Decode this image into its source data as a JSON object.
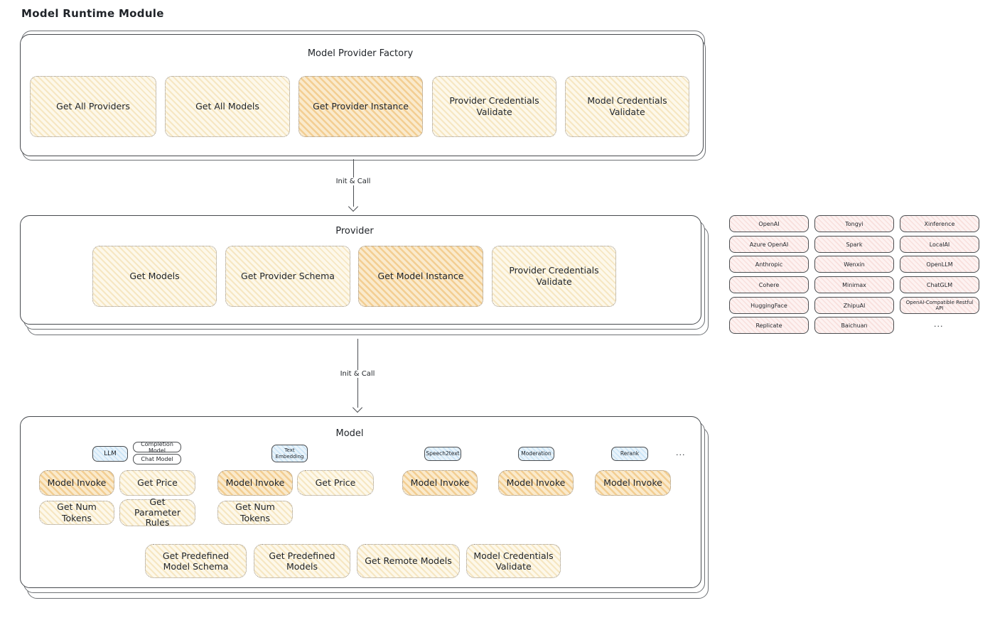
{
  "title": "Model Runtime Module",
  "colors": {
    "op_fill": "#fdf8ea",
    "op_hatch": "#f0d8a0",
    "highlight_fill": "#faeacc",
    "highlight_hatch": "#eeba6a",
    "provider_pill_fill": "#fdf2f1",
    "provider_pill_hatch": "#f2ccc8",
    "type_tag_fill": "#e8f3fb",
    "type_tag_hatch": "#b0d6f0",
    "border_dark": "#46494d",
    "text": "#1f2328"
  },
  "factory": {
    "title": "Model Provider Factory",
    "items": [
      {
        "label": "Get All Providers",
        "highlighted": false
      },
      {
        "label": "Get All Models",
        "highlighted": false
      },
      {
        "label": "Get Provider Instance",
        "highlighted": true
      },
      {
        "label": "Provider Credentials Validate",
        "highlighted": false
      },
      {
        "label": "Model Credentials Validate",
        "highlighted": false
      }
    ]
  },
  "arrows": {
    "first": "Init & Call",
    "second": "Init & Call"
  },
  "provider": {
    "title": "Provider",
    "items": [
      {
        "label": "Get Models",
        "highlighted": false
      },
      {
        "label": "Get Provider Schema",
        "highlighted": false
      },
      {
        "label": "Get Model Instance",
        "highlighted": true
      },
      {
        "label": "Provider Credentials Validate",
        "highlighted": false
      }
    ]
  },
  "provider_list": {
    "col1": [
      "OpenAI",
      "Azure OpenAI",
      "Anthropic",
      "Cohere",
      "HuggingFace",
      "Replicate"
    ],
    "col2": [
      "Tongyi",
      "Spark",
      "Wenxin",
      "Minimax",
      "ZhipuAI",
      "Baichuan"
    ],
    "col3": [
      "Xinference",
      "LocalAI",
      "OpenLLM",
      "ChatGLM",
      "OpenAI-Compatible Restful API"
    ],
    "more": "..."
  },
  "model": {
    "title": "Model",
    "types": {
      "llm": "LLM",
      "completion": "Completion Model",
      "chat": "Chat Model",
      "text_embedding": "Text Embedding",
      "speech2text": "Speech2text",
      "moderation": "Moderation",
      "rerank": "Rerank",
      "more": "..."
    },
    "llm_ops": [
      "Model Invoke",
      "Get Price",
      "Get Num Tokens",
      "Get Parameter Rules"
    ],
    "embedding_ops": [
      "Model Invoke",
      "Get Price",
      "Get Num Tokens"
    ],
    "speech2text_ops": [
      "Model Invoke"
    ],
    "moderation_ops": [
      "Model Invoke"
    ],
    "rerank_ops": [
      "Model Invoke"
    ],
    "common_ops": [
      "Get Predefined Model Schema",
      "Get Predefined Models",
      "Get Remote Models",
      "Model Credentials Validate"
    ]
  }
}
